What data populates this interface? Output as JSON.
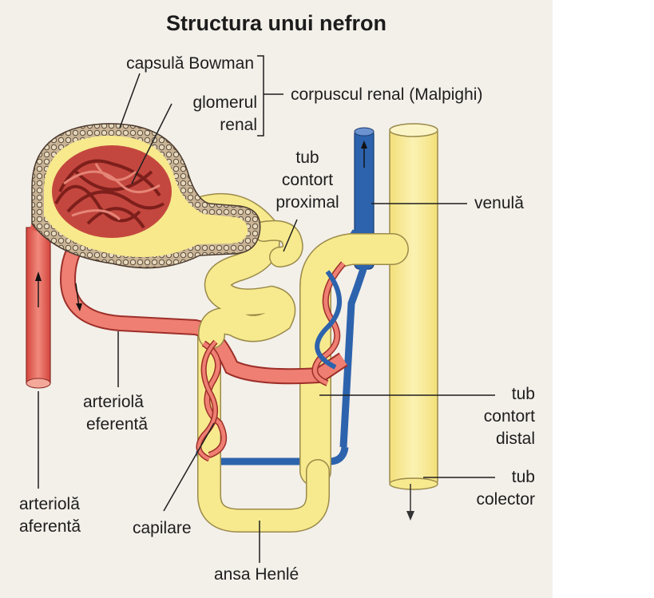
{
  "title": "Structura unui nefron",
  "labels": {
    "capsula_bowman": "capsulă Bowman",
    "glomerul_1": "glomerul",
    "glomerul_2": "renal",
    "corpuscul": "corpuscul renal (Malpighi)",
    "tub_proximal_1": "tub",
    "tub_proximal_2": "contort",
    "tub_proximal_3": "proximal",
    "venula": "venulă",
    "arteriola_eferenta_1": "arteriolă",
    "arteriola_eferenta_2": "eferentă",
    "tub_distal_1": "tub",
    "tub_distal_2": "contort",
    "tub_distal_3": "distal",
    "tub_colector_1": "tub",
    "tub_colector_2": "colector",
    "arteriola_aferenta_1": "arteriolă",
    "arteriola_aferenta_2": "aferentă",
    "capilare": "capilare",
    "ansa_henle": "ansa Henlé"
  },
  "colors": {
    "tubule": "#f7ea8e",
    "tubule_outline": "#9a8a4a",
    "capsule_cells": "#6e5a4a",
    "artery": "#e8675e",
    "artery_dark": "#b3352f",
    "vein": "#2a5fa8",
    "paper": "#f3efe9"
  }
}
